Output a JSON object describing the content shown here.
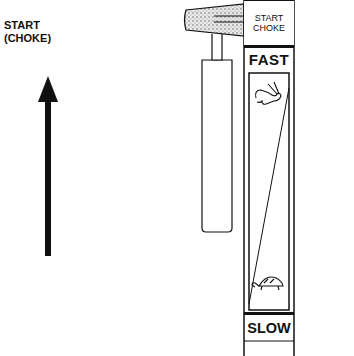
{
  "diagram": {
    "nodes": [
      {
        "text": [
          "START CHOKE"
        ]
      },
      {
        "text": [
          "FAST"
        ]
      },
      {
        "text": [
          "SLOW"
        ]
      }
    ],
    "labels": [
      "START (CHOKE)"
    ]
  }
}
